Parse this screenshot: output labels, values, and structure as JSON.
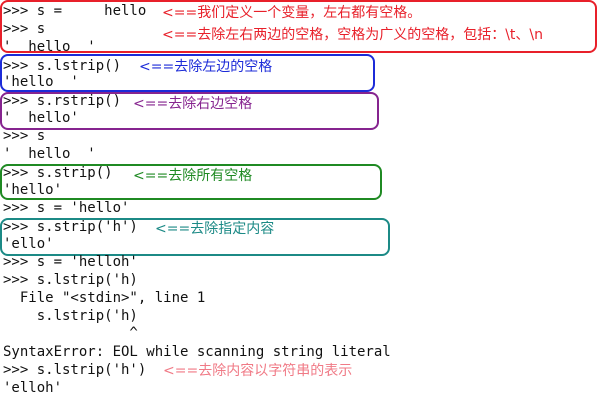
{
  "terminal": {
    "lines": [
      ">>> s =     hello  ",
      ">>> s",
      "'  hello  '",
      ">>> s.lstrip()",
      "'hello  '",
      ">>> s.rstrip()",
      "'  hello'",
      ">>> s",
      "'  hello  '",
      ">>> s.strip()",
      "'hello'",
      ">>> s = 'hello'",
      ">>> s.strip('h')",
      "'ello'",
      ">>> s = 'helloh'",
      ">>> s.lstrip('h)",
      "  File \"<stdin>\", line 1",
      "    s.lstrip('h)",
      "               ^",
      "SyntaxError: EOL while scanning string literal",
      ">>> s.lstrip('h')",
      "'elloh'",
      ">>> "
    ]
  },
  "annotations": {
    "define_var": "<==我们定义一个变量，左右都有空格。",
    "strip_both_desc": "<==去除左右两边的空格，空格为广义的空格，包括：\\t、\\n",
    "lstrip_desc": "<==去除左边的空格",
    "rstrip_desc": "<==去除右边空格",
    "strip_all_desc": "<==去除所有空格",
    "strip_chars_desc": "<==去除指定内容",
    "string_repr_desc": "<==去除内容以字符串的表示"
  },
  "colors": {
    "red": "#e8202a",
    "blue": "#1c2bd8",
    "purple": "#86248f",
    "green": "#1f8a23",
    "teal": "#1c8a86",
    "pink": "#f07a86"
  }
}
